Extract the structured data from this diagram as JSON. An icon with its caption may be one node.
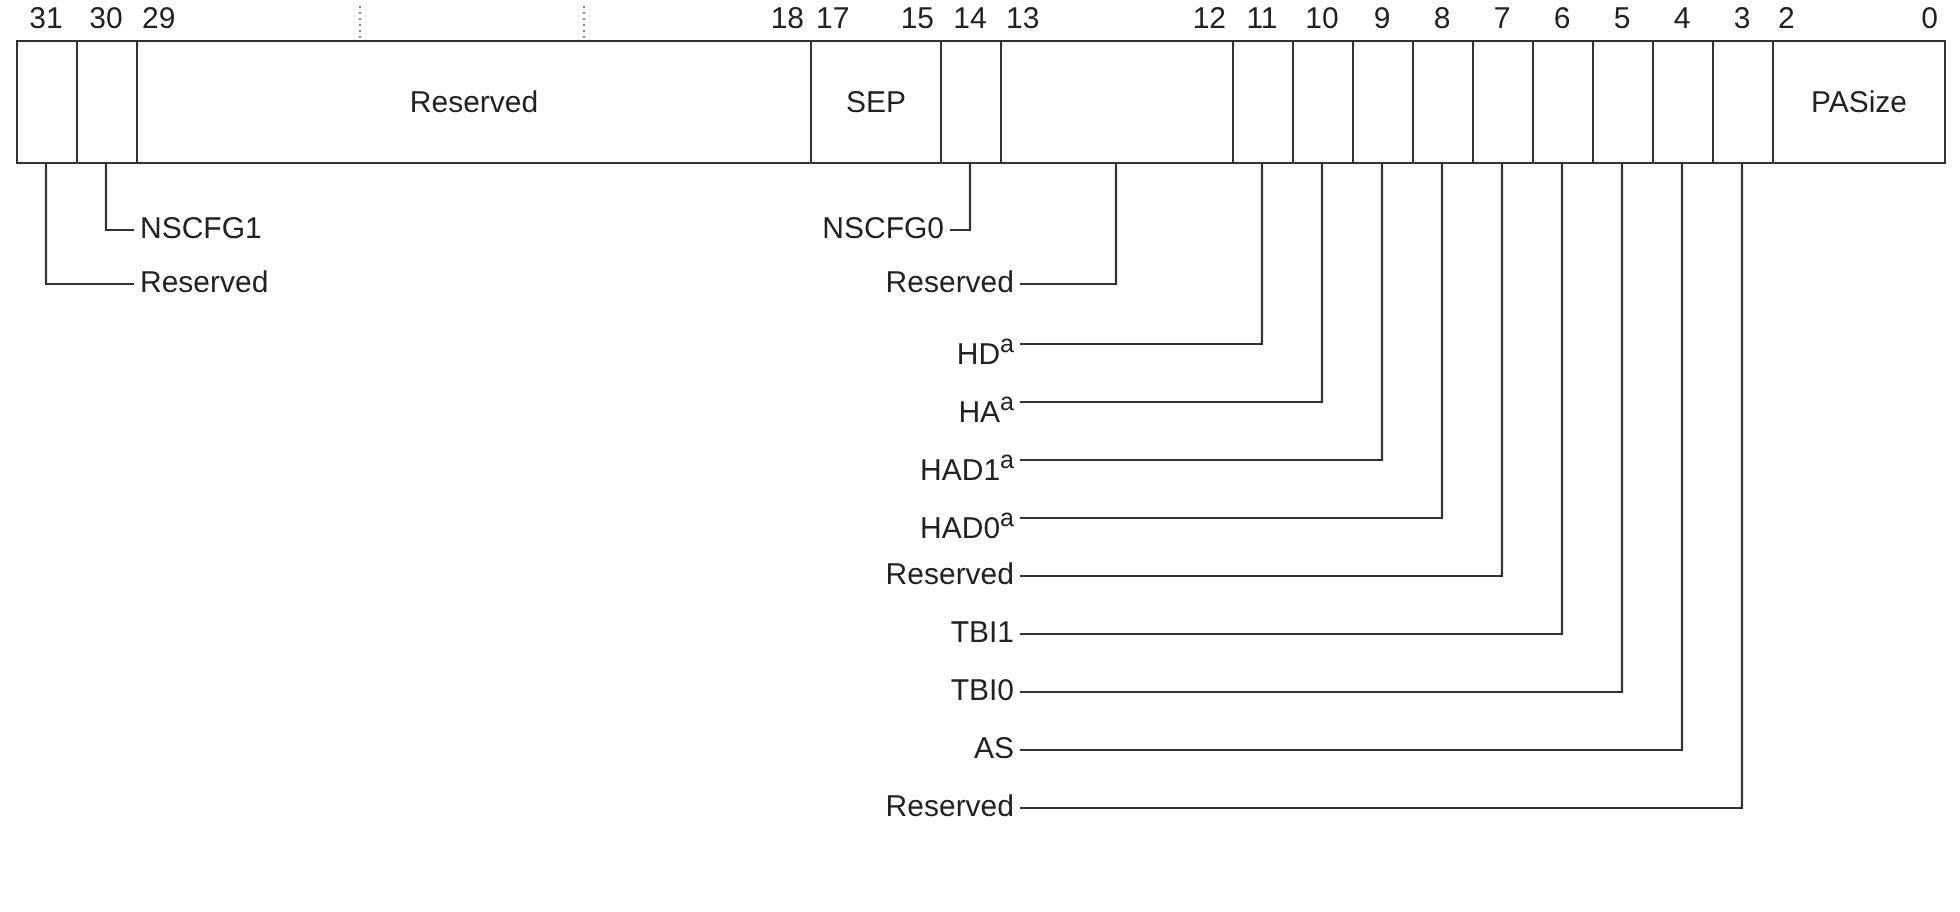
{
  "diagram": {
    "nodes": [
      {
        "text": [],
        "shape": "box"
      },
      {
        "text": [],
        "shape": "box"
      },
      {
        "text": [
          "Reserved"
        ]
      },
      {
        "text": [
          "SEP"
        ]
      },
      {
        "text": [],
        "shape": "box"
      },
      {
        "text": [],
        "shape": "box"
      },
      {
        "text": [],
        "shape": "box"
      },
      {
        "text": [],
        "shape": "box"
      },
      {
        "text": [],
        "shape": "box"
      },
      {
        "text": [],
        "shape": "box"
      },
      {
        "text": [],
        "shape": "box"
      },
      {
        "text": [],
        "shape": "box"
      },
      {
        "text": [],
        "shape": "box"
      },
      {
        "text": [],
        "shape": "box"
      },
      {
        "text": [],
        "shape": "box"
      },
      {
        "text": [
          "PASize"
        ]
      },
      {
        "text": [
          "NSCFG1"
        ]
      },
      {
        "text": [
          "Reserved"
        ]
      },
      {
        "text": [
          "NSCFG0"
        ]
      },
      {
        "text": [
          "Reserved"
        ]
      },
      {
        "text": [
          "HD$^{a}$"
        ]
      },
      {
        "text": [
          "HA$^{a}$"
        ]
      },
      {
        "text": [
          "HAD1$^{a}$"
        ]
      },
      {
        "text": [
          "HAD0$^{a}$"
        ]
      },
      {
        "text": [
          "Reserved"
        ]
      },
      {
        "text": [
          "TBI1"
        ]
      },
      {
        "text": [
          "TBI0"
        ]
      },
      {
        "text": [
          "AS"
        ]
      },
      {
        "text": [
          "Reserved"
        ]
      }
    ],
    "edges": [
      {
        "from": 16,
        "to": 1,
        "arrow": "none"
      },
      {
        "from": 17,
        "to": 0,
        "arrow": "none"
      },
      {
        "from": 18,
        "to": 4,
        "arrow": "none"
      },
      {
        "from": 19,
        "to": 5,
        "arrow": "none"
      },
      {
        "from": 20,
        "to": 6,
        "arrow": "none"
      },
      {
        "from": 21,
        "to": 7,
        "arrow": "none"
      },
      {
        "from": 22,
        "to": 8,
        "arrow": "none"
      },
      {
        "from": 23,
        "to": 9,
        "arrow": "none"
      },
      {
        "from": 24,
        "to": 10,
        "arrow": "none"
      },
      {
        "from": 25,
        "to": 11,
        "arrow": "none"
      },
      {
        "from": 26,
        "to": 12,
        "arrow": "none"
      },
      {
        "from": 27,
        "to": 13,
        "arrow": "none"
      },
      {
        "from": 28,
        "to": 14,
        "arrow": "none"
      }
    ],
    "labels": [
      "31",
      "30",
      "29",
      "18",
      "17",
      "15",
      "14",
      "13",
      "12",
      "11",
      "10",
      "9",
      "8",
      "7",
      "6",
      "5",
      "4",
      "3",
      "2",
      "0"
    ]
  }
}
